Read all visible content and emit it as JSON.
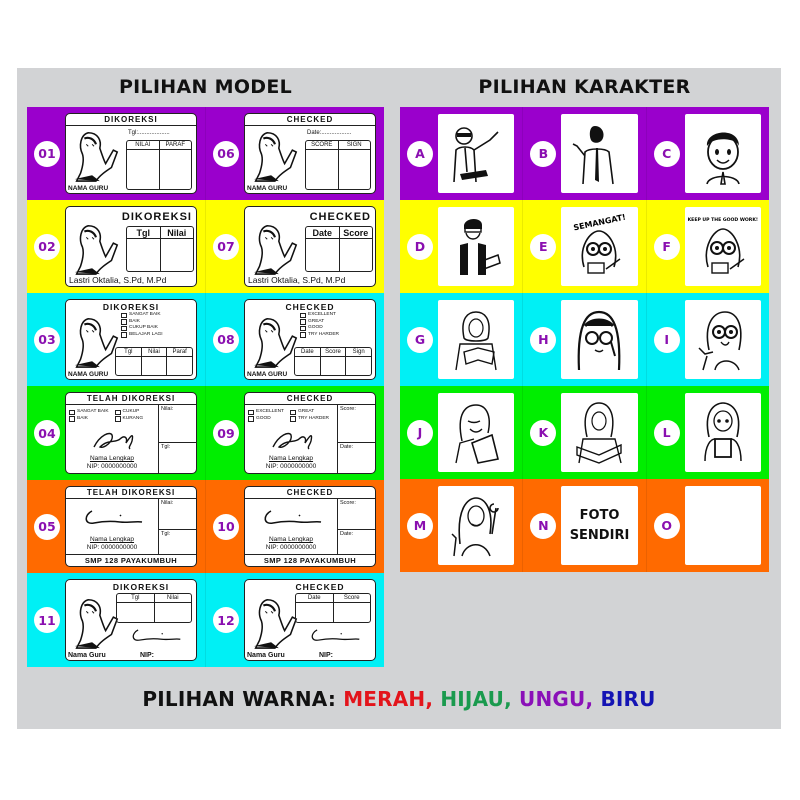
{
  "colors": {
    "panel_bg": "#d2d3d5",
    "purple": "#9a00cc",
    "yellow": "#ffff00",
    "cyan": "#00f0f5",
    "green": "#00ee00",
    "orange": "#ff6a00",
    "badge_text": "#8a0fb0",
    "merah": "#e3141b",
    "hijau": "#1a9a4e",
    "ungu": "#8a10b8",
    "biru": "#1414b4"
  },
  "headings": {
    "left": "PILIHAN MODEL",
    "right": "PILIHAN KARAKTER"
  },
  "models": {
    "m01": {
      "num": "01",
      "title": "DIKOREKSI",
      "tgl": "Tgl:...................",
      "cols": [
        "NILAI",
        "PARAF"
      ],
      "name": "NAMA GURU"
    },
    "m06": {
      "num": "06",
      "title": "CHECKED",
      "tgl": "Date:..................",
      "cols": [
        "SCORE",
        "SIGN"
      ],
      "name": "NAMA GURU"
    },
    "m02": {
      "num": "02",
      "title": "DIKOREKSI",
      "cols": [
        "Tgl",
        "Nilai"
      ],
      "name": "Lastri Oktalia, S.Pd, M.Pd"
    },
    "m07": {
      "num": "07",
      "title": "CHECKED",
      "cols": [
        "Date",
        "Score"
      ],
      "name": "Lastri Oktalia, S.Pd, M.Pd"
    },
    "m03": {
      "num": "03",
      "title": "DIKOREKSI",
      "checks": [
        "SANGAT BAIK",
        "BAIK",
        "CUKUP BAIK",
        "BELAJAR LAGI"
      ],
      "cols": [
        "Tgl",
        "Nilai",
        "Paraf"
      ],
      "name": "NAMA GURU"
    },
    "m08": {
      "num": "08",
      "title": "CHECKED",
      "checks": [
        "EXCELLENT",
        "GREAT",
        "GOOD",
        "TRY HARDER"
      ],
      "cols": [
        "Date",
        "Score",
        "Sign"
      ],
      "name": "NAMA GURU"
    },
    "m04": {
      "num": "04",
      "title": "TELAH DIKOREKSI",
      "checks": [
        "SANGAT BAIK",
        "CUKUP",
        "BAIK",
        "KURANG"
      ],
      "side": [
        "Nilai:",
        "Tgl:"
      ],
      "fullname": "Nama Lengkap",
      "nip": "NIP: 0000000000"
    },
    "m09": {
      "num": "09",
      "title": "CHECKED",
      "checks": [
        "EXCELLENT",
        "GREAT",
        "GOOD",
        "TRY HARDER"
      ],
      "side": [
        "Score:",
        "Date:"
      ],
      "fullname": "Nama Lengkap",
      "nip": "NIP: 0000000000"
    },
    "m05": {
      "num": "05",
      "title": "TELAH DIKOREKSI",
      "side": [
        "Nilai:",
        "Tgl:"
      ],
      "fullname": "Nama Lengkap",
      "nip": "NIP: 0000000000",
      "school": "SMP 128 PAYAKUMBUH"
    },
    "m10": {
      "num": "10",
      "title": "CHECKED",
      "side": [
        "Score:",
        "Date:"
      ],
      "fullname": "Nama Lengkap",
      "nip": "NIP: 0000000000",
      "school": "SMP 128 PAYAKUMBUH"
    },
    "m11": {
      "num": "11",
      "title": "DIKOREKSI",
      "cols": [
        "Tgl",
        "Nilai"
      ],
      "name": "Nama Guru",
      "nip": "NIP:"
    },
    "m12": {
      "num": "12",
      "title": "CHECKED",
      "cols": [
        "Date",
        "Score"
      ],
      "name": "Nama Guru",
      "nip": "NIP:"
    }
  },
  "characters": [
    {
      "letter": "A",
      "icon": "man-glasses-pointing-icon"
    },
    {
      "letter": "B",
      "icon": "man-suit-pointing-icon"
    },
    {
      "letter": "C",
      "icon": "smiling-boy-icon"
    },
    {
      "letter": "D",
      "icon": "man-vest-book-icon"
    },
    {
      "letter": "E",
      "icon": "hijab-girl-semangat-icon",
      "caption": "SEMANGAT!"
    },
    {
      "letter": "F",
      "icon": "hijab-girl-keep-up-icon",
      "caption": "KEEP UP THE GOOD WORK!"
    },
    {
      "letter": "G",
      "icon": "hijab-woman-reading-icon"
    },
    {
      "letter": "H",
      "icon": "hijab-woman-glasses-icon"
    },
    {
      "letter": "I",
      "icon": "hijab-girl-waving-icon"
    },
    {
      "letter": "J",
      "icon": "hijab-woman-book-smiling-icon"
    },
    {
      "letter": "K",
      "icon": "hijab-woman-open-book-icon"
    },
    {
      "letter": "L",
      "icon": "hijab-girl-holding-book-icon"
    },
    {
      "letter": "M",
      "icon": "hijab-woman-cheering-icon"
    },
    {
      "letter": "N",
      "foto_line1": "FOTO",
      "foto_line2": "SENDIRI"
    },
    {
      "letter": "O",
      "icon": "blank-slot"
    }
  ],
  "warna": {
    "label": "PILIHAN WARNA: ",
    "options": [
      "MERAH",
      "HIJAU",
      "UNGU",
      "BIRU"
    ],
    "sep": ", "
  }
}
